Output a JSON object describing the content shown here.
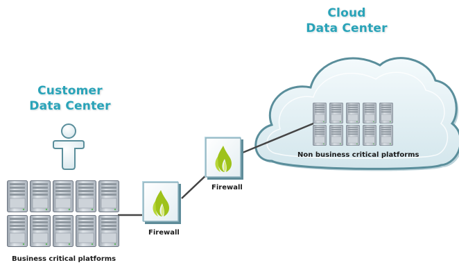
{
  "cloud_heading": {
    "line1": "Cloud",
    "line2": "Data Center"
  },
  "customer_heading": {
    "line1": "Customer",
    "line2": "Data Center"
  },
  "firewall_left": {
    "label": "Firewall"
  },
  "firewall_right": {
    "label": "Firewall"
  },
  "business_platforms": {
    "label": "Business critical platforms"
  },
  "non_business_platforms": {
    "label": "Non business critical platforms"
  },
  "colors": {
    "heading": "#2aa3b8",
    "cloud_fill": "#e8f3f6",
    "cloud_stroke": "#5a8e9b",
    "server_body": "#c5ccd4",
    "flame": "#9ec21a",
    "connector": "#444444"
  },
  "icons": {
    "person": "person-icon",
    "server": "server-icon",
    "firewall": "flame-icon",
    "cloud": "cloud-shape"
  }
}
